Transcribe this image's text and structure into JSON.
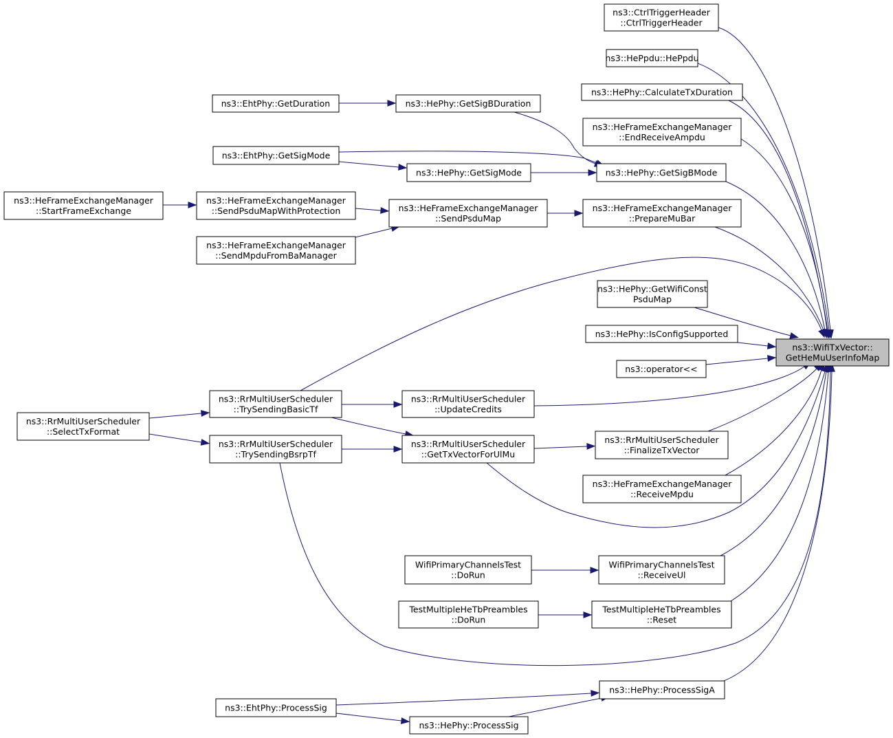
{
  "graph": {
    "focus": "n_focus",
    "colors": {
      "edge": "#191970",
      "focus_fill": "#bfbfbf",
      "node_fill": "#ffffff",
      "node_stroke": "#000000"
    },
    "nodes": [
      {
        "id": "n_focus",
        "lines": [
          "ns3::WifiTxVector::",
          "GetHeMuUserInfoMap"
        ]
      },
      {
        "id": "n_ctrl",
        "lines": [
          "ns3::CtrlTriggerHeader",
          "::CtrlTriggerHeader"
        ]
      },
      {
        "id": "n_heppdu",
        "lines": [
          "ns3::HePpdu::HePpdu"
        ]
      },
      {
        "id": "n_calc",
        "lines": [
          "ns3::HePhy::CalculateTxDuration"
        ]
      },
      {
        "id": "n_endrecv",
        "lines": [
          "ns3::HeFrameExchangeManager",
          "::EndReceiveAmpdu"
        ]
      },
      {
        "id": "n_sigbmode",
        "lines": [
          "ns3::HePhy::GetSigBMode"
        ]
      },
      {
        "id": "n_prepmubar",
        "lines": [
          "ns3::HeFrameExchangeManager",
          "::PrepareMuBar"
        ]
      },
      {
        "id": "n_getwifi",
        "lines": [
          "ns3::HePhy::GetWifiConst",
          "PsduMap"
        ]
      },
      {
        "id": "n_isconfig",
        "lines": [
          "ns3::HePhy::IsConfigSupported"
        ]
      },
      {
        "id": "n_operator",
        "lines": [
          "ns3::operator<<"
        ]
      },
      {
        "id": "n_updatecredits",
        "lines": [
          "ns3::RrMultiUserScheduler",
          "::UpdateCredits"
        ]
      },
      {
        "id": "n_finalize",
        "lines": [
          "ns3::RrMultiUserScheduler",
          "::FinalizeTxVector"
        ]
      },
      {
        "id": "n_recvmpdu",
        "lines": [
          "ns3::HeFrameExchangeManager",
          "::ReceiveMpdu"
        ]
      },
      {
        "id": "n_recvul",
        "lines": [
          "WifiPrimaryChannelsTest",
          "::ReceiveUl"
        ]
      },
      {
        "id": "n_reset",
        "lines": [
          "TestMultipleHeTbPreambles",
          "::Reset"
        ]
      },
      {
        "id": "n_procsiga",
        "lines": [
          "ns3::HePhy::ProcessSigA"
        ]
      },
      {
        "id": "n_sigbdur",
        "lines": [
          "ns3::HePhy::GetSigBDuration"
        ]
      },
      {
        "id": "n_hesigmode",
        "lines": [
          "ns3::HePhy::GetSigMode"
        ]
      },
      {
        "id": "n_sendpsdu",
        "lines": [
          "ns3::HeFrameExchangeManager",
          "::SendPsduMap"
        ]
      },
      {
        "id": "n_ehtdur",
        "lines": [
          "ns3::EhtPhy::GetDuration"
        ]
      },
      {
        "id": "n_ehtsigmode",
        "lines": [
          "ns3::EhtPhy::GetSigMode"
        ]
      },
      {
        "id": "n_sendprot",
        "lines": [
          "ns3::HeFrameExchangeManager",
          "::SendPsduMapWithProtection"
        ]
      },
      {
        "id": "n_sendmpdu",
        "lines": [
          "ns3::HeFrameExchangeManager",
          "::SendMpduFromBaManager"
        ]
      },
      {
        "id": "n_startfe",
        "lines": [
          "ns3::HeFrameExchangeManager",
          "::StartFrameExchange"
        ]
      },
      {
        "id": "n_basictf",
        "lines": [
          "ns3::RrMultiUserScheduler",
          "::TrySendingBasicTf"
        ]
      },
      {
        "id": "n_bsrptf",
        "lines": [
          "ns3::RrMultiUserScheduler",
          "::TrySendingBsrpTf"
        ]
      },
      {
        "id": "n_gettxvec",
        "lines": [
          "ns3::RrMultiUserScheduler",
          "::GetTxVectorForUlMu"
        ]
      },
      {
        "id": "n_selecttx",
        "lines": [
          "ns3::RrMultiUserScheduler",
          "::SelectTxFormat"
        ]
      },
      {
        "id": "n_wpcdorun",
        "lines": [
          "WifiPrimaryChannelsTest",
          "::DoRun"
        ]
      },
      {
        "id": "n_tmhdorun",
        "lines": [
          "TestMultipleHeTbPreambles",
          "::DoRun"
        ]
      },
      {
        "id": "n_ehtprocsig",
        "lines": [
          "ns3::EhtPhy::ProcessSig"
        ]
      },
      {
        "id": "n_heprocsig",
        "lines": [
          "ns3::HePhy::ProcessSig"
        ]
      }
    ],
    "edges": [
      {
        "from": "n_ctrl",
        "to": "n_focus"
      },
      {
        "from": "n_heppdu",
        "to": "n_focus"
      },
      {
        "from": "n_calc",
        "to": "n_focus"
      },
      {
        "from": "n_endrecv",
        "to": "n_focus"
      },
      {
        "from": "n_sigbmode",
        "to": "n_focus"
      },
      {
        "from": "n_prepmubar",
        "to": "n_focus"
      },
      {
        "from": "n_basictf",
        "to": "n_focus"
      },
      {
        "from": "n_getwifi",
        "to": "n_focus"
      },
      {
        "from": "n_isconfig",
        "to": "n_focus"
      },
      {
        "from": "n_operator",
        "to": "n_focus"
      },
      {
        "from": "n_updatecredits",
        "to": "n_focus"
      },
      {
        "from": "n_finalize",
        "to": "n_focus"
      },
      {
        "from": "n_recvmpdu",
        "to": "n_focus"
      },
      {
        "from": "n_gettxvec",
        "to": "n_focus"
      },
      {
        "from": "n_recvul",
        "to": "n_focus"
      },
      {
        "from": "n_reset",
        "to": "n_focus"
      },
      {
        "from": "n_bsrptf",
        "to": "n_focus"
      },
      {
        "from": "n_procsiga",
        "to": "n_focus"
      },
      {
        "from": "n_sigbdur",
        "to": "n_sigbmode"
      },
      {
        "from": "n_ehtsigmode",
        "to": "n_sigbmode"
      },
      {
        "from": "n_hesigmode",
        "to": "n_sigbmode"
      },
      {
        "from": "n_ehtdur",
        "to": "n_sigbdur"
      },
      {
        "from": "n_ehtsigmode",
        "to": "n_hesigmode"
      },
      {
        "from": "n_sendpsdu",
        "to": "n_prepmubar"
      },
      {
        "from": "n_sendprot",
        "to": "n_sendpsdu"
      },
      {
        "from": "n_sendmpdu",
        "to": "n_sendpsdu"
      },
      {
        "from": "n_startfe",
        "to": "n_sendprot"
      },
      {
        "from": "n_basictf",
        "to": "n_updatecredits"
      },
      {
        "from": "n_basictf",
        "to": "n_gettxvec"
      },
      {
        "from": "n_bsrptf",
        "to": "n_gettxvec"
      },
      {
        "from": "n_gettxvec",
        "to": "n_finalize"
      },
      {
        "from": "n_selecttx",
        "to": "n_basictf"
      },
      {
        "from": "n_selecttx",
        "to": "n_bsrptf"
      },
      {
        "from": "n_wpcdorun",
        "to": "n_recvul"
      },
      {
        "from": "n_tmhdorun",
        "to": "n_reset"
      },
      {
        "from": "n_ehtprocsig",
        "to": "n_procsiga"
      },
      {
        "from": "n_ehtprocsig",
        "to": "n_heprocsig"
      },
      {
        "from": "n_heprocsig",
        "to": "n_procsiga"
      }
    ]
  }
}
